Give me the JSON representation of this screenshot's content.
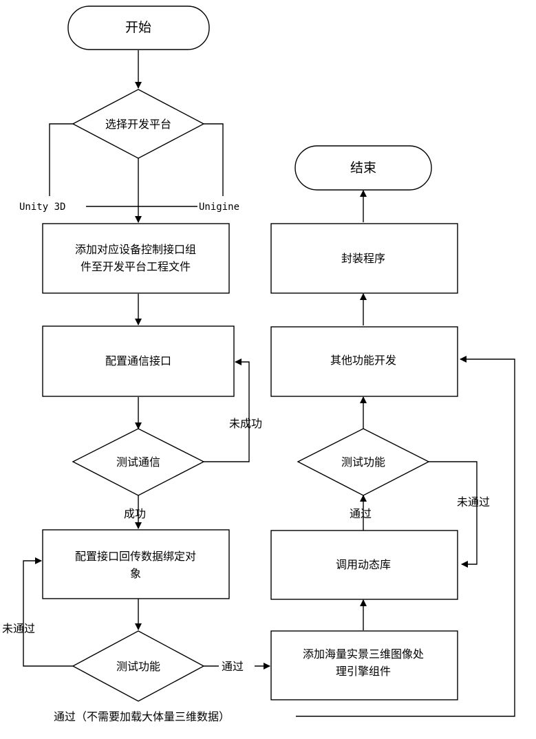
{
  "nodes": {
    "start": "开始",
    "choose_platform": "选择开发平台",
    "add_component_line1": "添加对应设备控制接口组",
    "add_component_line2": "件至开发平台工程文件",
    "config_comm": "配置通信接口",
    "test_comm": "测试通信",
    "config_return_line1": "配置接口回传数据绑定对",
    "config_return_line2": "象",
    "test_func_left": "测试功能",
    "add_engine_line1": "添加海量实景三维图像处",
    "add_engine_line2": "理引擎组件",
    "call_dll": "调用动态库",
    "test_func_right": "测试功能",
    "other_dev": "其他功能开发",
    "package": "封装程序",
    "end": "结束"
  },
  "labels": {
    "unity": "Unity 3D",
    "unigine": "Unigine",
    "not_success": "未成功",
    "success": "成功",
    "not_pass_left": "未通过",
    "pass_mid": "通过",
    "pass_bottom": "通过（不需要加载大体量三维数据）",
    "pass_right": "通过",
    "not_pass_right": "未通过"
  }
}
